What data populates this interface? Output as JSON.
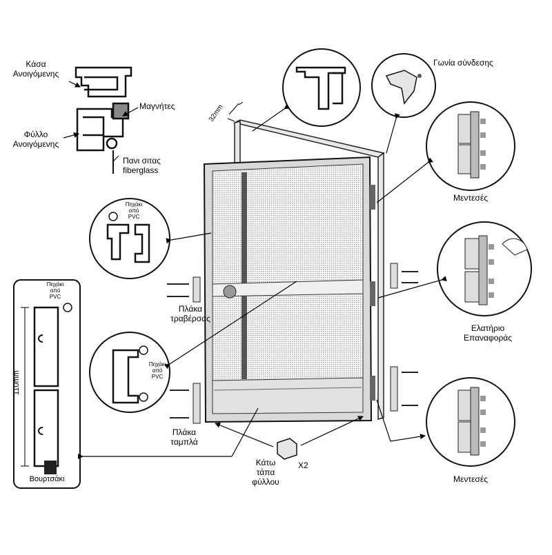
{
  "labels": {
    "frame": [
      "Κάσα",
      "Ανοιγόμενης"
    ],
    "magnets": "Μαγνήτες",
    "leaf": [
      "Φύλλο",
      "Ανοιγόμενης"
    ],
    "mesh": [
      "Πανι σιτας",
      "fiberglass"
    ],
    "dim_32": "32mm",
    "corner": "Γωνία σύνδεσης",
    "hinges_top": "Μεντεσές",
    "pvc_top": [
      "Πηχάκι",
      "από",
      "PVC"
    ],
    "pvc_left": [
      "Πηχάκι",
      "από",
      "PVC"
    ],
    "crossbar_plate": [
      "Πλάκα",
      "τραβέρσας"
    ],
    "spring": [
      "Ελατήριο",
      "Επαναφοράς"
    ],
    "pvc_mid": [
      "Πηχάκι",
      "από",
      "PVC"
    ],
    "dim_110": "110mm",
    "kickplate": [
      "Πλάκα",
      "ταμπλά"
    ],
    "hinges_bottom": "Μεντεσές",
    "end_cap": [
      "Κάτω",
      "τάπα",
      "φύλλου"
    ],
    "x2": "X2",
    "brush": "Βουρτσάκι"
  }
}
